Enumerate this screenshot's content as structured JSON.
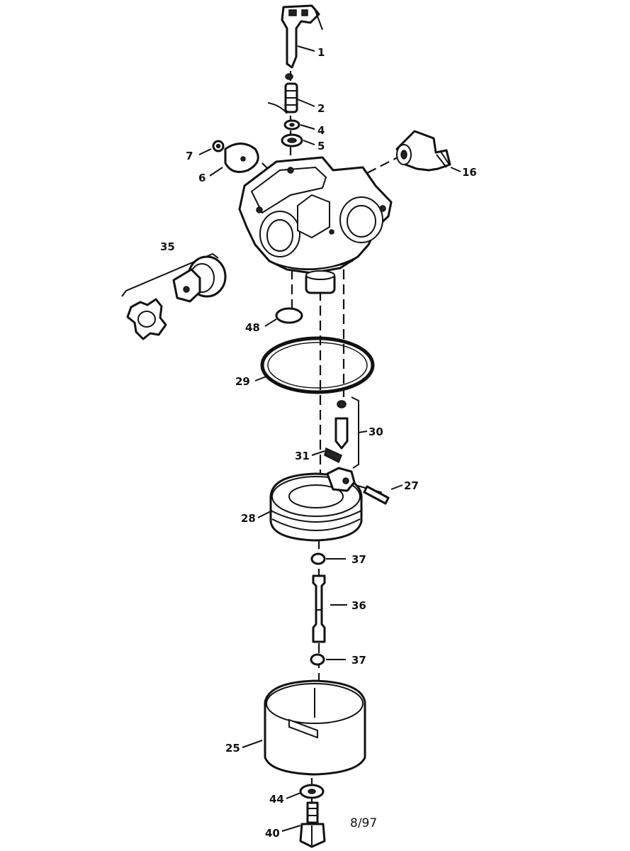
{
  "labels": {
    "p1": "1",
    "p2": "2",
    "p4": "4",
    "p5": "5",
    "p7": "7",
    "p6": "6",
    "p16": "16",
    "p36": "35",
    "p48": "48",
    "p29": "29",
    "p30": "30",
    "p31": "31",
    "p27": "27",
    "p28": "28",
    "p37a": "37",
    "p36b": "36",
    "p37b": "37",
    "p25": "25",
    "p44": "44",
    "p40": "40"
  },
  "date_code": "8/97"
}
